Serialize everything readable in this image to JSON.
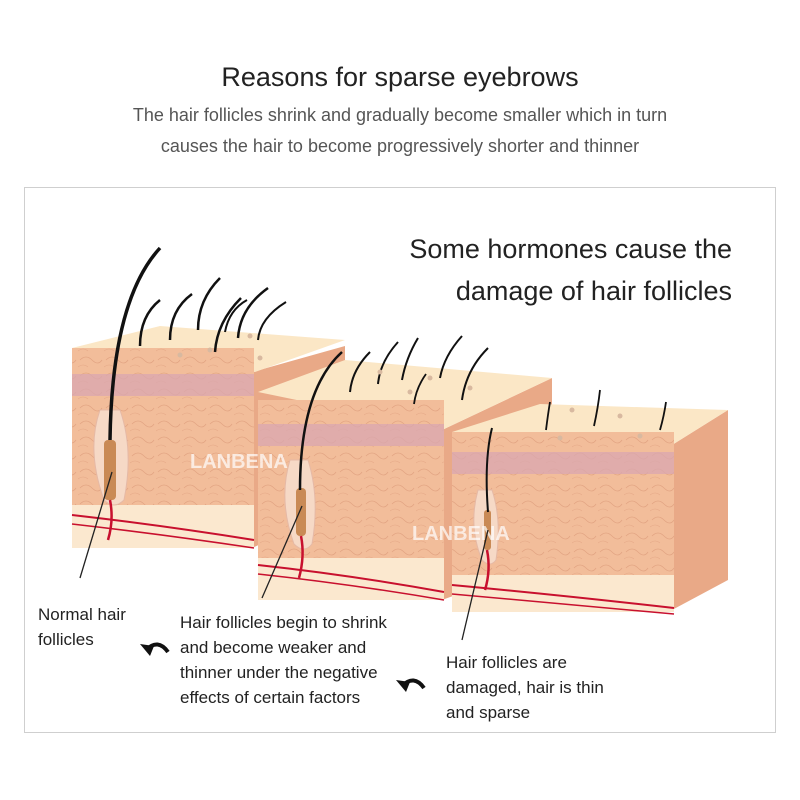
{
  "header": {
    "title": "Reasons for sparse eyebrows",
    "subtitle_line1": "The hair follicles shrink and gradually become smaller which in turn",
    "subtitle_line2": "causes the hair to become progressively shorter and thinner"
  },
  "diagram": {
    "headline_line1": "Some hormones cause the",
    "headline_line2": "damage of hair follicles",
    "watermark_1": "LANBENA",
    "watermark_2": "LANBENA",
    "stages": [
      {
        "lines": [
          "Normal hair",
          "follicles"
        ]
      },
      {
        "lines": [
          "Hair follicles begin to shrink",
          "and become weaker and",
          "thinner under the negative",
          "effects of certain factors"
        ]
      },
      {
        "lines": [
          "Hair follicles are",
          "damaged, hair is thin",
          "and sparse"
        ]
      }
    ],
    "colors": {
      "top_face": "#fbe7c6",
      "front_face": "#f2bd9a",
      "side_face": "#e9a987",
      "dermis_band": "#d9a7b0",
      "fat_layer": "#fbe8cf",
      "vessel": "#c8102e",
      "hair": "#111111"
    },
    "icons": [
      "curved-arrow-icon",
      "curved-arrow-icon"
    ]
  }
}
